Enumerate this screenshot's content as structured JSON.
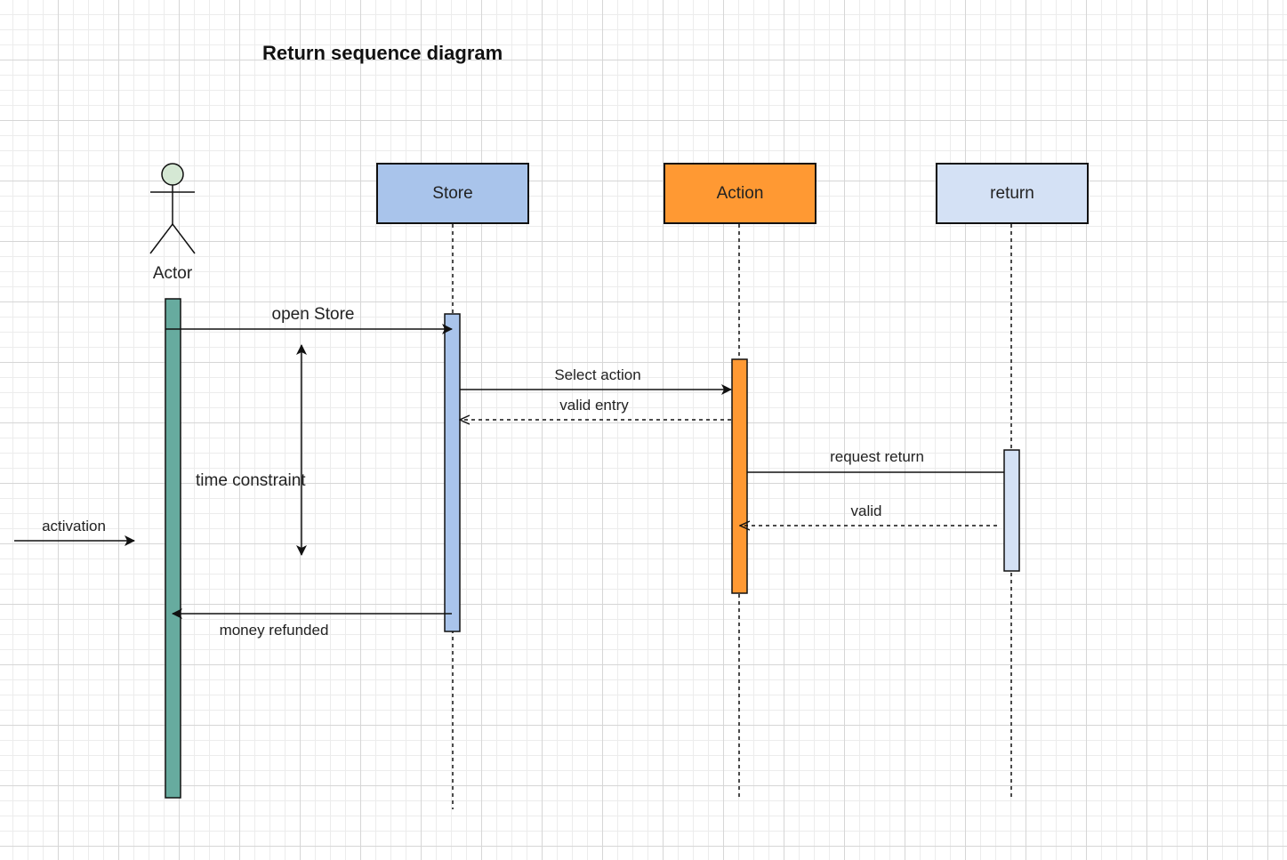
{
  "title": "Return sequence diagram",
  "actor": {
    "label": "Actor"
  },
  "lifelines": [
    {
      "id": "store",
      "label": "Store",
      "fill": "#a9c4eb"
    },
    {
      "id": "action",
      "label": "Action",
      "fill": "#ff9933"
    },
    {
      "id": "return",
      "label": "return",
      "fill": "#d4e1f5"
    }
  ],
  "activation_colors": {
    "actor": "#67ab9f",
    "store": "#a9c4eb",
    "action": "#ff9933",
    "return": "#d4e1f5"
  },
  "messages": {
    "open_store": "open Store",
    "select_action": "Select action",
    "valid_entry": "valid entry",
    "request_return": "request return",
    "valid": "valid",
    "money_refunded": "money refunded"
  },
  "annotations": {
    "time_constraint": "time constraint",
    "activation": "activation"
  }
}
